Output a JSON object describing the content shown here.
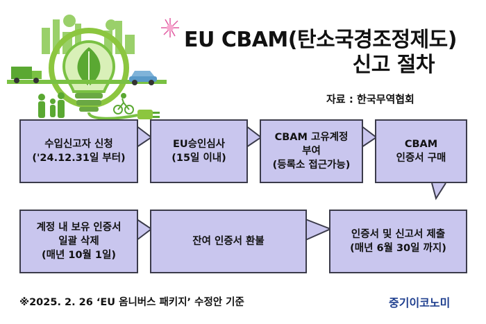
{
  "title": {
    "line1": "EU CBAM(탄소국경조정제도)",
    "line2": "신고 절차"
  },
  "source": "자료 : 한국무역협회",
  "steps": [
    {
      "text": "수입신고자 신청\n('24.12.31일 부터)"
    },
    {
      "text": "EU승인심사\n(15일 이내)"
    },
    {
      "text": "CBAM 고유계정\n부여\n(등록소 접근가능)"
    },
    {
      "text": "CBAM\n인증서 구매"
    },
    {
      "text": "계정 내 보유 인증서\n일괄 삭제\n(매년 10월 1일)"
    },
    {
      "text": "잔여 인증서 환불"
    },
    {
      "text": "인증서 및 신고서 제출\n(매년 6월 30일 까지)"
    }
  ],
  "footnote": "※2025. 2. 26  ‘EU 옴니버스 패키지’  수정안 기준",
  "brand": "중기이코노미",
  "colors": {
    "bubble_fill": "#c9c6ee",
    "bubble_border": "#3b3b4a",
    "illustration_green": "#7ac143",
    "brand": "#1f3f8f"
  }
}
